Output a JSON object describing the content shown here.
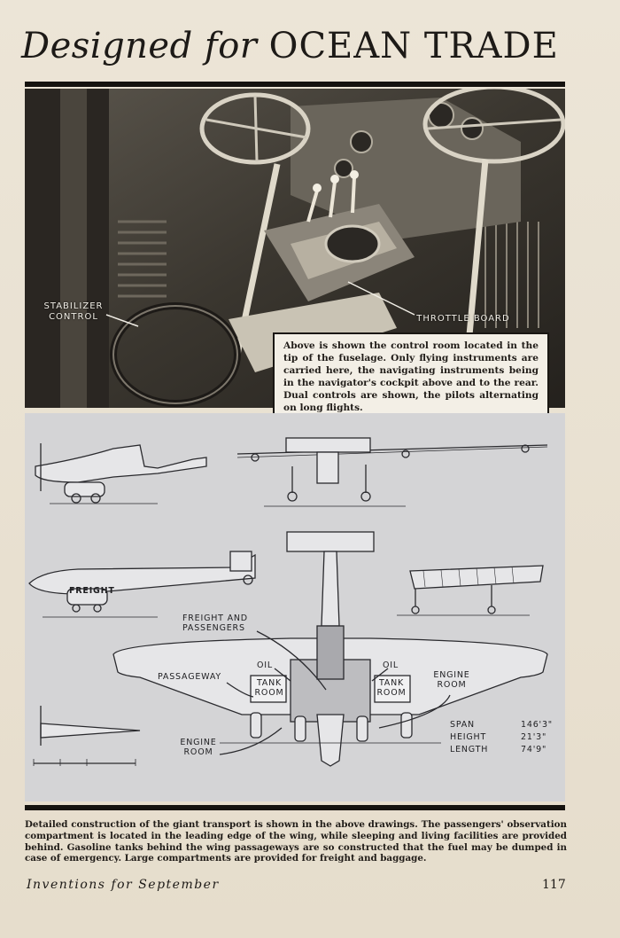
{
  "title": {
    "part1": "Designed for",
    "part2": "OCEAN TRADE"
  },
  "photo": {
    "label_stabilizer": "STABILIZER CONTROL",
    "label_throttle": "THROTTLE BOARD",
    "caption": "Above is shown the control room located in the tip of the fuselage. Only flying instruments are carried here, the navigating instruments being in the navigator's cockpit above and to the rear. Dual controls are shown, the pilots alternating on long flights."
  },
  "drawing": {
    "freight_side": "FREIGHT",
    "freight_and_passengers": "FREIGHT AND PASSENGERS",
    "passageway": "PASSAGEWAY",
    "oil_left": "OIL",
    "oil_right": "OIL",
    "tank_room_left": "TANK ROOM",
    "tank_room_right": "TANK ROOM",
    "engine_room_right": "ENGINE ROOM",
    "engine_room_left": "ENGINE ROOM",
    "specs": {
      "span_label": "SPAN",
      "span_value": "146'3\"",
      "height_label": "HEIGHT",
      "height_value": "21'3\"",
      "length_label": "LENGTH",
      "length_value": "74'9\""
    }
  },
  "bottom_caption": "Detailed construction of the giant transport is shown in the above drawings. The passengers' observation compartment is located in the leading edge of the wing, while sleeping and living facilities are provided behind. Gasoline tanks behind the wing passageways are so constructed that the fuel may be dumped in case of emergency. Large compartments are provided for freight and baggage.",
  "footer": {
    "magazine": "Inventions for September",
    "page_number": "117"
  }
}
